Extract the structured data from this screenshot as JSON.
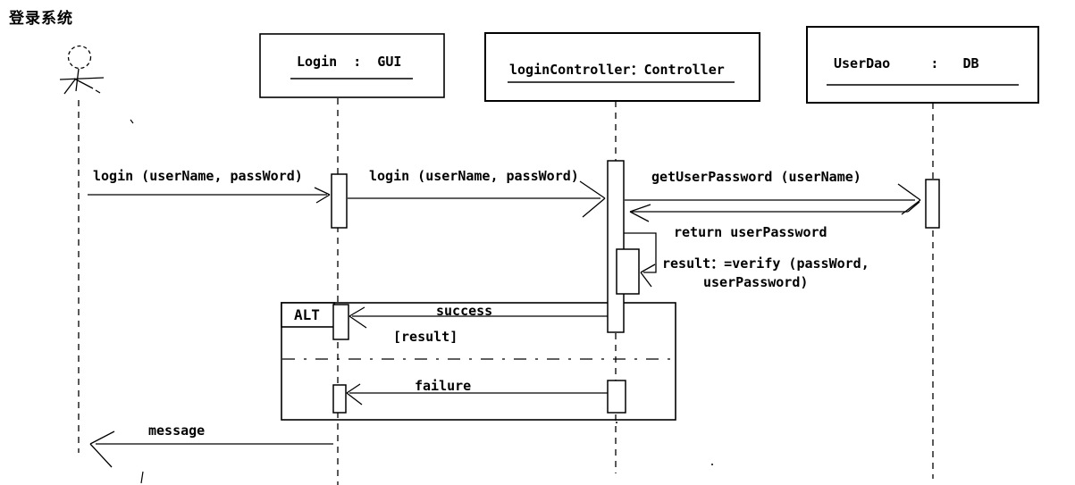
{
  "title": "登录系统",
  "participants": {
    "lifelines": [
      {
        "label": "Login  :  GUI"
      },
      {
        "label": "loginController：Controller"
      },
      {
        "label": "UserDao     :   DB"
      }
    ]
  },
  "messages": {
    "m1": "login (userName, passWord)",
    "m2": "login (userName, passWord)",
    "m3": "getUserPassword (userName)",
    "m4": "return userPassword",
    "m5_line1": "result：=verify (passWord,",
    "m5_line2": "userPassword)",
    "success": "success",
    "failure": "failure",
    "message": "message"
  },
  "alt_frame": {
    "operator": "ALT",
    "guard": "[result]"
  },
  "colors": {
    "line": "#000000",
    "background": "#ffffff",
    "text": "#000000"
  }
}
